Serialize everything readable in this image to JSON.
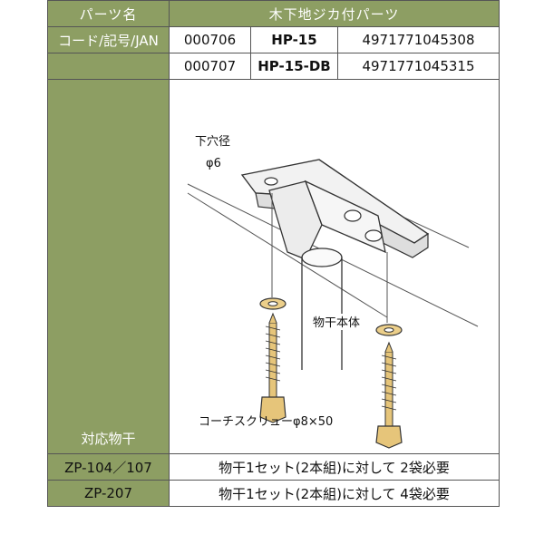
{
  "header": {
    "col_label": "パーツ名",
    "title": "木下地ジカ付パーツ"
  },
  "codes": {
    "row_label": "コード/記号/JAN",
    "rows": [
      {
        "code": "000706",
        "part": "HP-15",
        "jan": "4971771045308"
      },
      {
        "code": "000707",
        "part": "HP-15-DB",
        "jan": "4971771045315"
      }
    ]
  },
  "figure": {
    "pilot_hole_label": "下穴径",
    "pilot_hole_size": "φ6",
    "pole_label": "物干本体",
    "screw_label": "コーチスクリューφ8×50"
  },
  "compat": {
    "label": "対応物干",
    "rows": [
      {
        "model": "ZP-104／107",
        "note": "物干1セット(2本組)に対して 2袋必要"
      },
      {
        "model": "ZP-207",
        "note": "物干1セット(2本組)に対して 4袋必要"
      }
    ]
  },
  "colors": {
    "label_bg": "#8d9e63",
    "screw_gold": "#e6c57a",
    "washer_gold": "#eccf8a"
  }
}
